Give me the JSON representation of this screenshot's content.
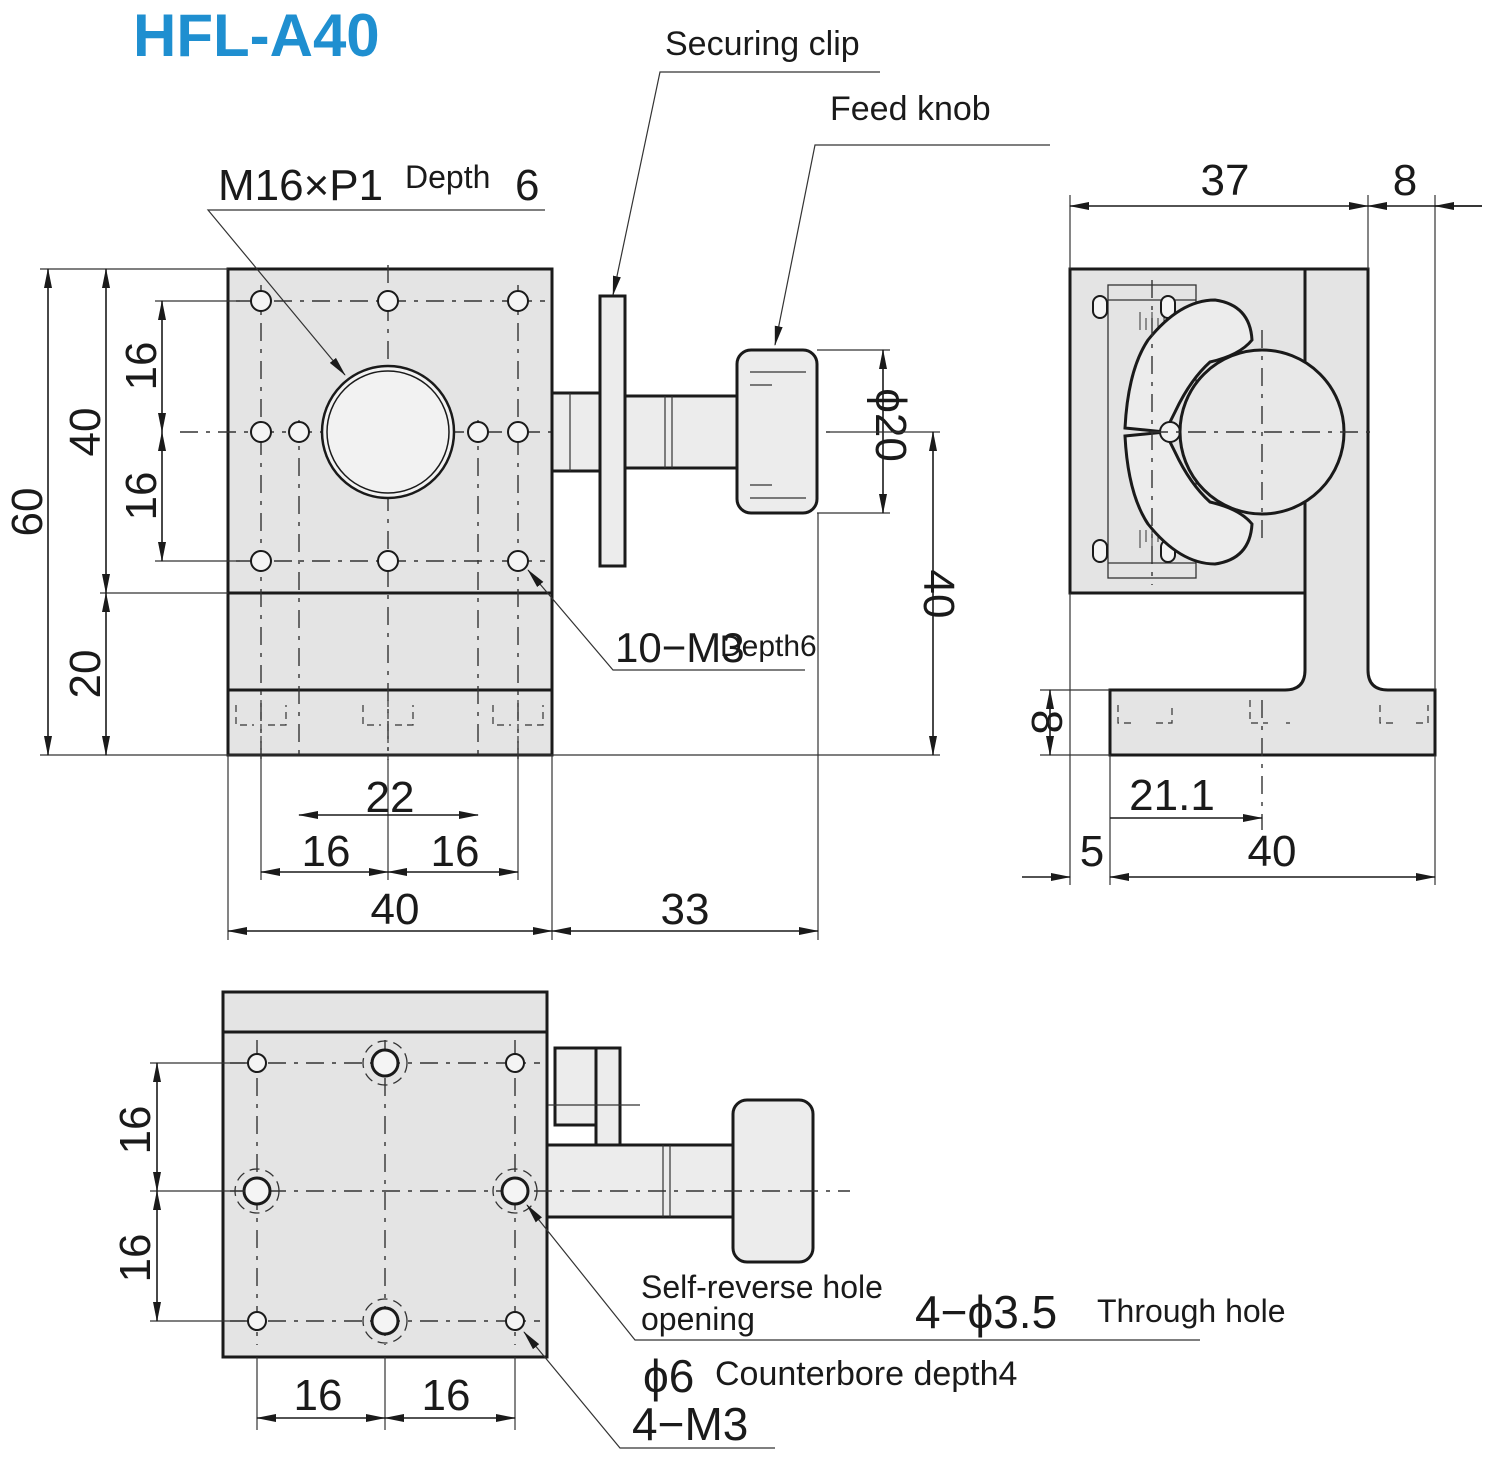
{
  "model": "HFL-A40",
  "colors": {
    "title": "#1f8fd0",
    "line": "#1a1a1a",
    "fill": "#e4e4e4"
  },
  "labels": {
    "securing_clip": "Securing clip",
    "feed_knob": "Feed knob",
    "center_thread": "M16×P1",
    "center_thread_depth": "Depth",
    "center_thread_depth_val": "6",
    "tapped_holes": "10−M3",
    "tapped_holes_depth": "Depth6",
    "self_reverse_1": "Self-reverse hole",
    "self_reverse_2": "opening",
    "through_hole": "4−ϕ3.5",
    "through_hole_text": "Through hole",
    "counterbore": "ϕ6",
    "counterbore_text": "Counterbore depth4",
    "bottom_tapped": "4−M3"
  },
  "front_view": {
    "height_total": "60",
    "height_40": "40",
    "pitch_upper": "16",
    "pitch_lower": "16",
    "base_20": "20",
    "span_22": "22",
    "pitch_left": "16",
    "pitch_right": "16",
    "width_40": "40",
    "offset_33": "33",
    "knob_dia": "ϕ20",
    "axis_height_40": "40"
  },
  "side_view": {
    "width_37": "37",
    "width_8": "8",
    "base_8": "8",
    "offset_21_1": "21.1",
    "offset_5": "5",
    "width_40": "40"
  },
  "bottom_view": {
    "pitch_upper": "16",
    "pitch_lower": "16",
    "pitch_left": "16",
    "pitch_right": "16"
  }
}
